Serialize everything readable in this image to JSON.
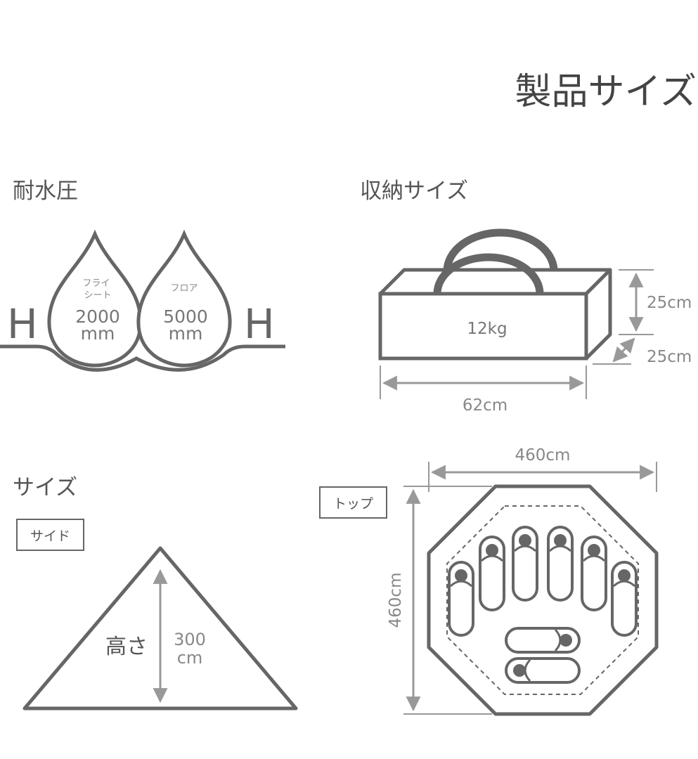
{
  "title": "製品サイズ",
  "water_pressure": {
    "heading": "耐水圧",
    "fly_label": "フライ\nシート",
    "fly_value": "2000",
    "fly_unit": "mm",
    "floor_label": "フロア",
    "floor_value": "5000",
    "floor_unit": "mm",
    "h_letter": "H"
  },
  "storage": {
    "heading": "収納サイズ",
    "weight": "12kg",
    "height": "25cm",
    "depth": "25cm",
    "width": "62cm"
  },
  "size": {
    "heading": "サイズ",
    "side_tag": "サイド",
    "height_label": "高さ",
    "height_value": "300",
    "height_unit": "cm",
    "top_tag": "トップ",
    "top_width": "460cm",
    "top_depth": "460cm"
  },
  "colors": {
    "line": "#666666",
    "dim": "#999999",
    "text": "#555555"
  }
}
